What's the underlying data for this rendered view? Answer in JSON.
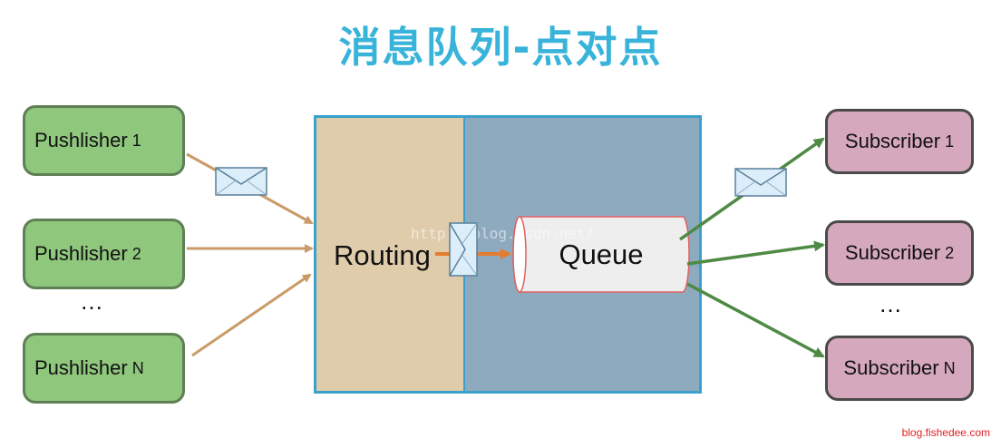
{
  "title": "消息队列-点对点",
  "publishers": [
    {
      "name": "Pushlisher",
      "index": "1"
    },
    {
      "name": "Pushlisher",
      "index": "2"
    },
    {
      "name": "Pushlisher",
      "index": "N"
    }
  ],
  "subscribers": [
    {
      "name": "Subscriber",
      "index": "1"
    },
    {
      "name": "Subscriber",
      "index": "2"
    },
    {
      "name": "Subscriber",
      "index": "N"
    }
  ],
  "ellipsis": "…",
  "routing_label": "Routing",
  "queue_label": "Queue",
  "watermark": "http://blog.csdn.net/",
  "credit": "blog.fishedee.com",
  "colors": {
    "title": "#38b3da",
    "publisher_fill": "#8fc77d",
    "subscriber_fill": "#d5a8bd",
    "routing_fill": "#dfccab",
    "broker_fill": "#8eaabf",
    "broker_border": "#3aa0cc",
    "inbound_arrow": "#c99b68",
    "outbound_arrow": "#4f8a45",
    "internal_arrow": "#e47c2e"
  }
}
